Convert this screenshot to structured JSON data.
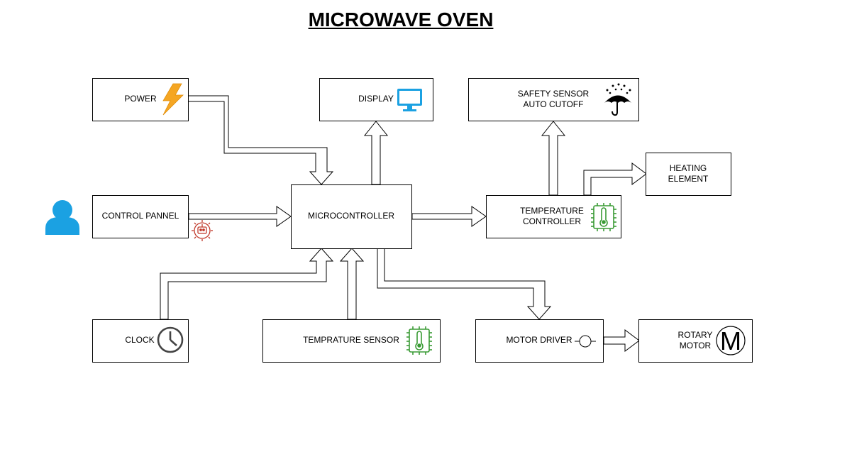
{
  "title": "MICROWAVE OVEN",
  "blocks": {
    "power": "POWER",
    "display": "DISPLAY",
    "safety_line1": "SAFETY SENSOR",
    "safety_line2": "AUTO CUTOFF",
    "heating_line1": "HEATING",
    "heating_line2": "ELEMENT",
    "control_panel": "CONTROL PANNEL",
    "microcontroller": "MICROCONTROLLER",
    "temp_ctrl_line1": "TEMPERATURE",
    "temp_ctrl_line2": "CONTROLLER",
    "clock": "CLOCK",
    "temp_sensor": "TEMPRATURE SENSOR",
    "motor_driver": "MOTOR DRIVER",
    "rotary_line1": "ROTARY",
    "rotary_line2": "MOTOR"
  },
  "icons": {
    "power": "lightning-bolt",
    "display": "monitor",
    "safety": "umbrella-rain",
    "user": "person",
    "control_panel": "robot-gear",
    "temp_controller": "thermometer-chip",
    "clock": "clock",
    "temp_sensor": "thermometer-chip",
    "motor_driver": "motor-symbol",
    "rotary_motor": "letter-m-circle"
  },
  "icon_glyphs": {
    "rotary_motor": "M"
  },
  "colors": {
    "lightning": "#f5a623",
    "monitor": "#1ba1e2",
    "person": "#1ba1e2",
    "chip": "#3a9b35",
    "robot": "#c0392b"
  }
}
